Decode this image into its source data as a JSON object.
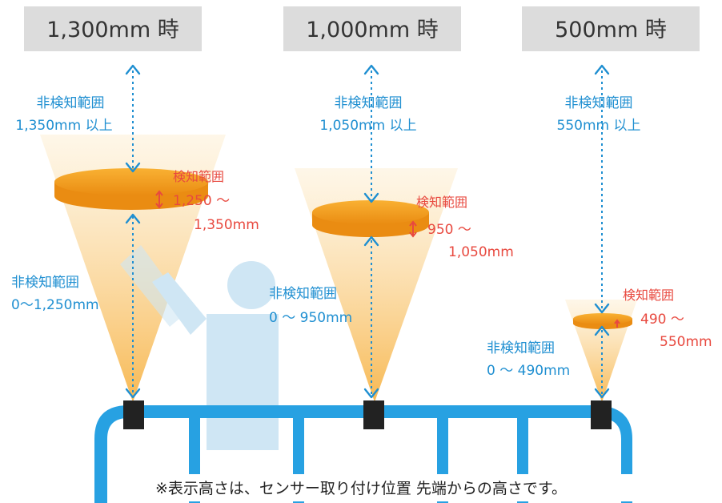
{
  "colors": {
    "header_bg": "#dcdcdc",
    "header_text": "#333333",
    "blue_text": "#1f8fd1",
    "red_text": "#e8493f",
    "rail": "#27a1e2",
    "person": "#cfe6f4",
    "sensor": "#222222",
    "disc_top": "#f5a623",
    "disc_side": "#ef9412"
  },
  "panels": [
    {
      "title": "1,300mm 時",
      "upper_label": "非検知範囲",
      "upper_range": "1,350mm 以上",
      "detect_label": "検知範囲",
      "detect_range_line1": "1,250 ～",
      "detect_range_line2": "1,350mm",
      "lower_label": "非検知範囲",
      "lower_range": "0～1,250mm"
    },
    {
      "title": "1,000mm 時",
      "upper_label": "非検知範囲",
      "upper_range": "1,050mm 以上",
      "detect_label": "検知範囲",
      "detect_range_line1": "950 ～",
      "detect_range_line2": "1,050mm",
      "lower_label": "非検知範囲",
      "lower_range": "0 ～ 950mm"
    },
    {
      "title": "500mm 時",
      "upper_label": "非検知範囲",
      "upper_range": "550mm 以上",
      "detect_label": "検知範囲",
      "detect_range_line1": "490 ～",
      "detect_range_line2": "550mm",
      "lower_label": "非検知範囲",
      "lower_range": "0 ～ 490mm"
    }
  ],
  "footnote": "※表示高さは、センサー取り付け位置 先端からの高さです。",
  "icons": {
    "sensor": "sensor-icon",
    "person": "person-icon",
    "rail": "railing-icon",
    "arrow": "dotted-arrow-icon"
  }
}
